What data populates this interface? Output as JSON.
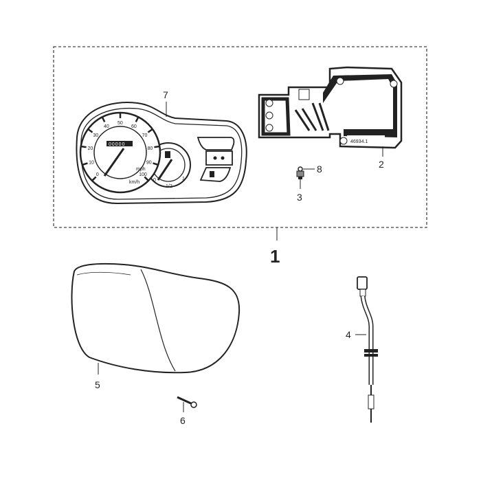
{
  "diagram": {
    "callouts": {
      "assembly": "1",
      "circuit_board": "2",
      "bulb_socket": "3",
      "speedo_cable": "4",
      "lens_cover": "5",
      "screw": "6",
      "instrument_cluster": "7",
      "bulb": "8"
    },
    "board_part_number": "46934.1",
    "speedometer": {
      "kmh_ticks": [
        "0",
        "10",
        "20",
        "30",
        "40",
        "50",
        "60",
        "70",
        "80",
        "90",
        "100"
      ],
      "unit_kmh": "km/h",
      "unit_mph": "mph",
      "odometer": "00000"
    },
    "fuel_gauge": {
      "ticks": [
        "0",
        "1/2",
        "1"
      ]
    }
  }
}
